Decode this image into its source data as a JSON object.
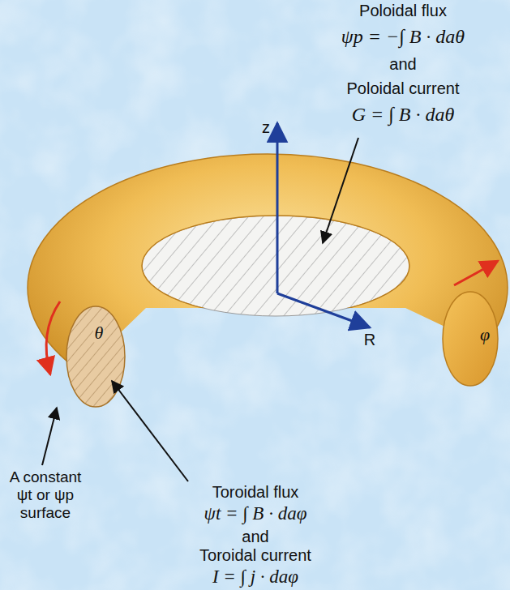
{
  "diagram": {
    "labels": [
      "Poloidal flux",
      "ψp = −∫ B · daθ",
      "and",
      "Poloidal current",
      "G = ∫ B · daθ",
      "z",
      "θ",
      "R",
      "φ",
      "A constant ψt or ψp surface",
      "Toroidal flux",
      "ψt = ∫ B · daφ",
      "and",
      "Toroidal current",
      "I = ∫ j · daφ"
    ]
  }
}
